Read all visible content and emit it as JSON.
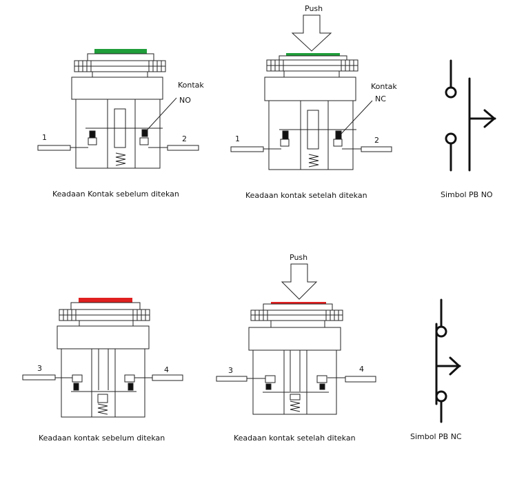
{
  "panels": {
    "no_before": {
      "caption": "Keadaan Kontak sebelum ditekan",
      "contact_label_line1": "Kontak",
      "contact_label_line2": "NO",
      "terminal_left": "1",
      "terminal_right": "2",
      "button_color": "#1f9e3a"
    },
    "no_after": {
      "caption": "Keadaan kontak setelah ditekan",
      "contact_label_line1": "Kontak",
      "contact_label_line2": "NC",
      "terminal_left": "1",
      "terminal_right": "2",
      "button_color": "#1f9e3a",
      "push_label": "Push"
    },
    "nc_before": {
      "caption": "Keadaan kontak sebelum ditekan",
      "terminal_left": "3",
      "terminal_right": "4",
      "button_color": "#e02020"
    },
    "nc_after": {
      "caption": "Keadaan kontak setelah ditekan",
      "terminal_left": "3",
      "terminal_right": "4",
      "button_color": "#e02020",
      "push_label": "Push"
    }
  },
  "symbols": {
    "pb_no": {
      "caption": "Simbol PB NO"
    },
    "pb_nc": {
      "caption": "Simbol PB NC"
    }
  }
}
